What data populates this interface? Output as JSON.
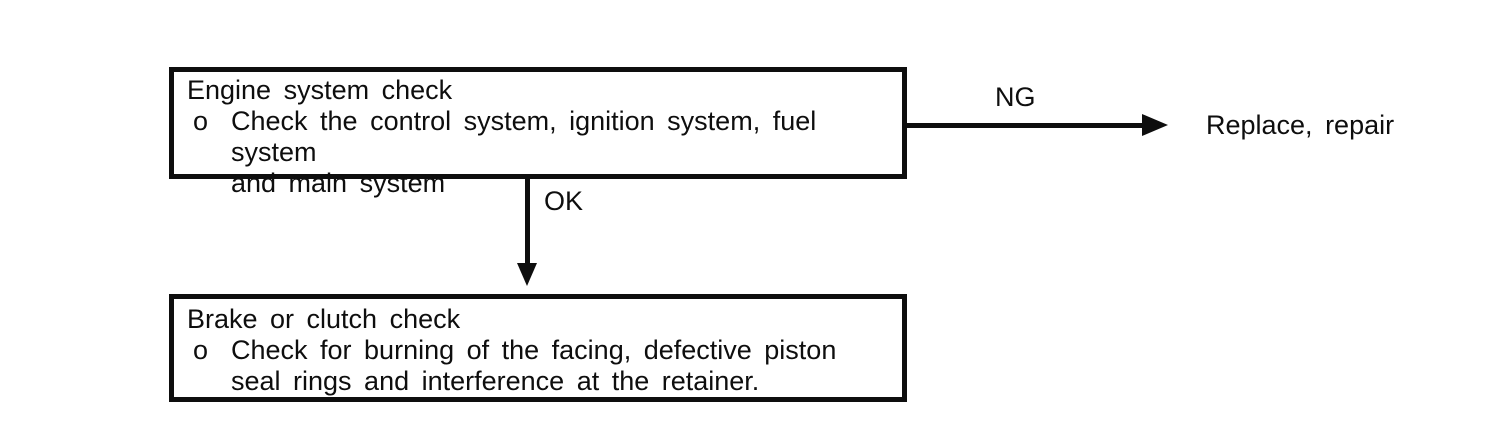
{
  "diagram": {
    "background": "#ffffff",
    "ink_color": "#0e0e0e",
    "boxes": [
      {
        "id": "engine-system-check",
        "title": "Engine system check",
        "bullet_marker": "o",
        "bullet_lines": [
          "Check the control system, ignition system, fuel system",
          "and main system"
        ]
      },
      {
        "id": "brake-or-clutch-check",
        "title": "Brake or clutch check",
        "bullet_marker": "o",
        "bullet_lines": [
          "Check for burning of the facing, defective piston",
          "seal rings and interference at the retainer."
        ]
      }
    ],
    "connectors": [
      {
        "label": "NG",
        "direction": "right"
      },
      {
        "label": "OK",
        "direction": "down"
      }
    ],
    "terminal_text": "Replace, repair"
  }
}
